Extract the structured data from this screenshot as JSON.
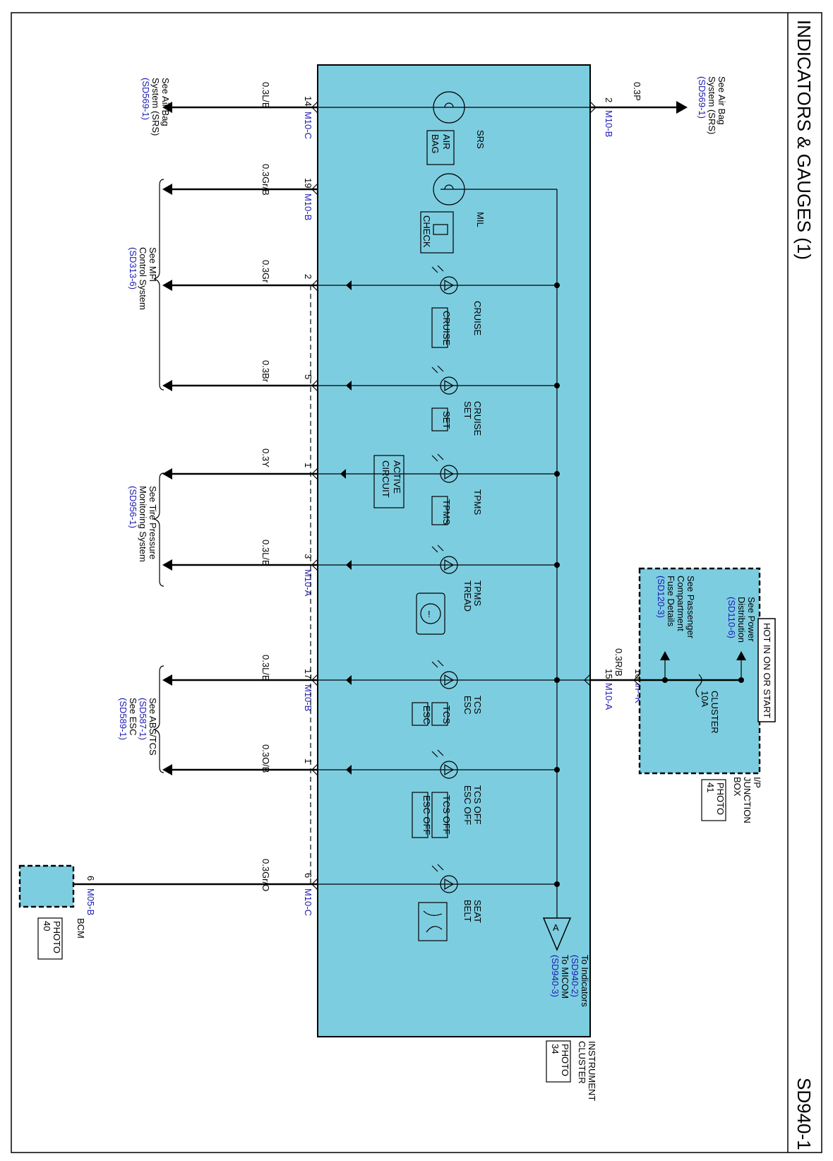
{
  "page": {
    "title": "INDICATORS & GAUGES (1)",
    "code": "SD940-1"
  },
  "cluster": {
    "name_line1": "INSTRUMENT",
    "name_line2": "CLUSTER",
    "photo_line1": "PHOTO",
    "photo_line2": "34",
    "ref_a": "A",
    "to_ind": "To Indicators",
    "to_ind_ref": "(SD940-2)",
    "to_micom": "To MICOM",
    "to_micom_ref": "(SD940-3)"
  },
  "junction_box": {
    "name_line1": "I/P",
    "name_line2": "JUNCTION",
    "name_line3": "BOX",
    "photo_line1": "PHOTO",
    "photo_line2": "41",
    "hot_label": "HOT IN ON OR START",
    "power_line1": "See Power",
    "power_line2": "Distribution",
    "power_ref": "(SD110-6)",
    "fuse_line1": "See Passenger",
    "fuse_line2": "Compartment",
    "fuse_line3": "Fuse Details",
    "fuse_ref": "(SD120-3)",
    "fuse_name": "CLUSTER",
    "fuse_amp": "10A",
    "pin16": "16",
    "conn": "I/P-K"
  },
  "bcm": {
    "name": "BCM",
    "photo_line1": "PHOTO",
    "photo_line2": "40",
    "pin": "6",
    "conn": "M05-B"
  },
  "power_in": {
    "pin": "15",
    "conn": "M10-A",
    "wire": "0.3R/B"
  },
  "srs_in": {
    "pin": "2",
    "conn": "M10-B",
    "wire": "0.3P",
    "ref_line1": "See Air Bag",
    "ref_line2": "System (SRS)",
    "ref_code": "(SD569-1)"
  },
  "indicators": [
    {
      "pin": "14",
      "conn": "M10-C",
      "wire": "0.3L/B",
      "name1": "SRS",
      "name2": "",
      "badge": "AIR BAG",
      "badge2": ""
    },
    {
      "pin": "19",
      "conn": "M10-B",
      "wire": "0.3Gr/B",
      "name1": "MIL",
      "name2": "",
      "badge": "CHECK",
      "badge2": ""
    },
    {
      "pin": "2",
      "conn": "",
      "wire": "0.3Gr",
      "name1": "CRUISE",
      "name2": "",
      "badge": "CRUISE",
      "badge2": ""
    },
    {
      "pin": "5",
      "conn": "",
      "wire": "0.3Br",
      "name1": "CRUISE",
      "name2": "SET",
      "badge": "SET",
      "badge2": ""
    },
    {
      "pin": "1",
      "conn": "",
      "wire": "0.3Y",
      "name1": "TPMS",
      "name2": "",
      "badge": "TPMS",
      "badge2": "",
      "extra1": "ACTIVE",
      "extra2": "CIRCUIT"
    },
    {
      "pin": "3",
      "conn": "M10-A",
      "wire": "0.3L/B",
      "name1": "TPMS",
      "name2": "TREAD",
      "badge": "",
      "badge2": ""
    },
    {
      "pin": "17",
      "conn": "M10-B",
      "wire": "0.3L/B",
      "name1": "TCS",
      "name2": "ESC",
      "badge": "TCS",
      "badge2": "ESC"
    },
    {
      "pin": "1",
      "conn": "",
      "wire": "0.3O/B",
      "name1": "TCS OFF",
      "name2": "ESC OFF",
      "badge": "TCS OFF",
      "badge2": "ESC OFF"
    },
    {
      "pin": "6",
      "conn": "M10-C",
      "wire": "0.3Gr/O",
      "name1": "SEAT",
      "name2": "BELT",
      "badge": "",
      "badge2": ""
    }
  ],
  "refs": {
    "airbag_line1": "See Air Bag",
    "airbag_line2": "System (SRS)",
    "airbag_code": "(SD569-1)",
    "mfi_line1": "See MFI",
    "mfi_line2": "Control System",
    "mfi_code": "(SD313-6)",
    "tpms_line1": "See Tire Pressure",
    "tpms_line2": "Monitoring System",
    "tpms_code": "(SD956-1)",
    "abs_line1": "See ABS/TCS",
    "abs_code1": "(SD587-1)",
    "abs_line2": "See ESC",
    "abs_code2": "(SD589-1)"
  }
}
